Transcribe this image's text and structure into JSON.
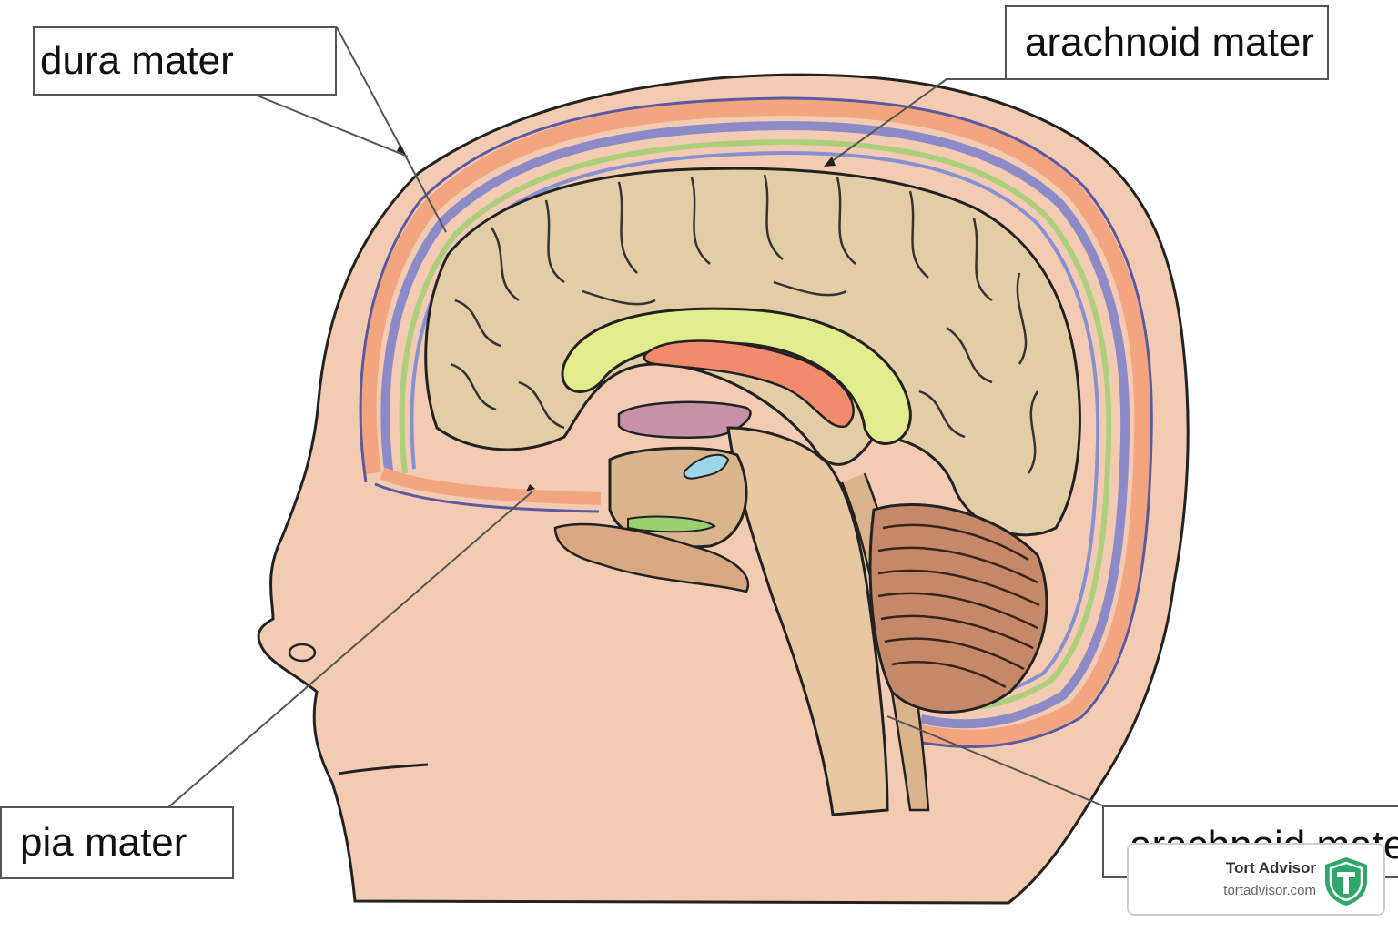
{
  "labels": {
    "dura": "dura mater",
    "arachnoid_top": "arachnoid mater",
    "pia": "pia mater",
    "arachnoid_bottom": "arachnoid mater"
  },
  "watermark": {
    "name": "Tort Advisor",
    "url": "tortadvisor.com"
  },
  "colors": {
    "skin": "#f3cbb3",
    "dura_layer": "#f2a57f",
    "arachnoid_layer": "#8c8bc8",
    "cortex": "#e3cda6",
    "corpus_callosum": "#e3ec8c",
    "fornix": "#f28a6c",
    "thalamus": "#c891aa",
    "ventricle": "#9dd6e9",
    "brainstem": "#e7c8a2",
    "cerebellum": "#c5896a",
    "shield": "#2ea86a"
  }
}
